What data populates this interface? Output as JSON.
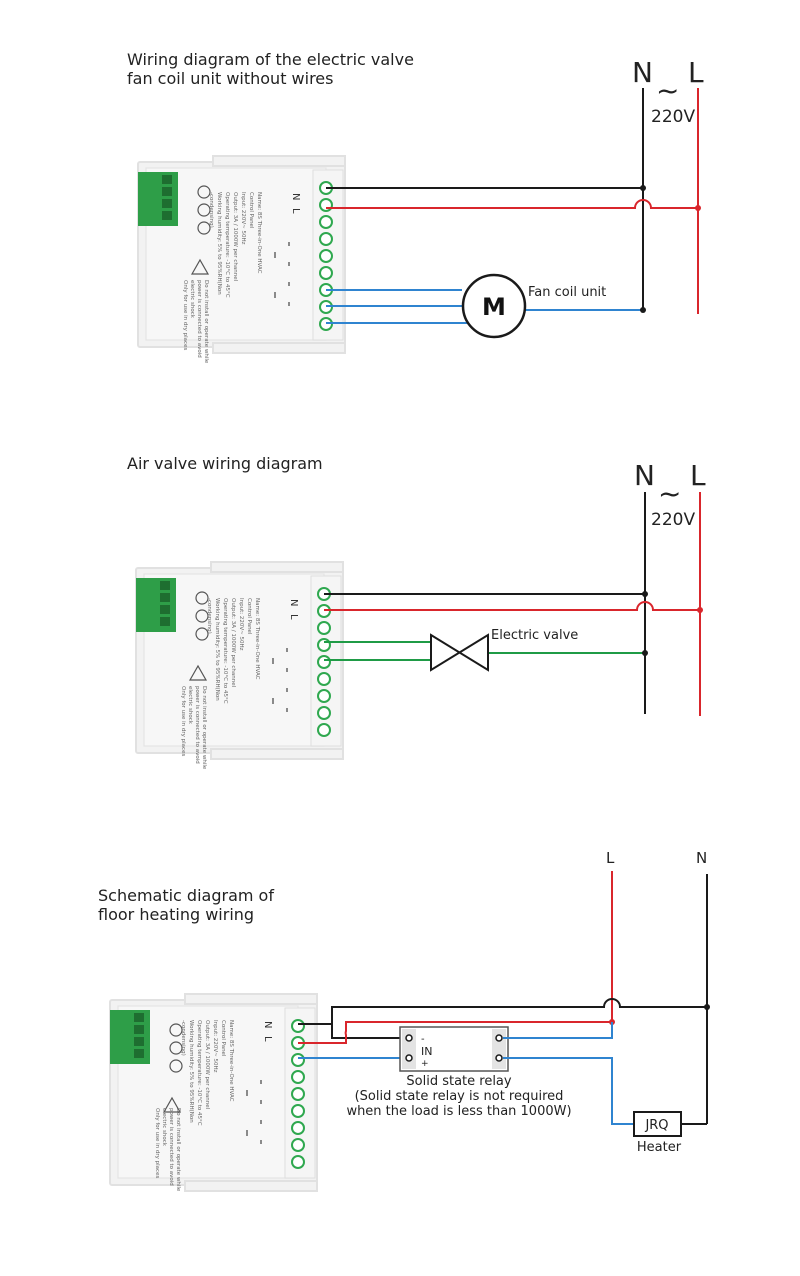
{
  "panel1": {
    "title_line1": "Wiring diagram of the electric valve",
    "title_line2": "fan coil unit without wires",
    "neutral": "N",
    "live": "L",
    "tilde": "~",
    "voltage": "220V",
    "motor_letter": "M",
    "motor_label": "Fan coil unit"
  },
  "panel2": {
    "title": "Air valve wiring diagram",
    "neutral": "N",
    "live": "L",
    "tilde": "~",
    "voltage": "220V",
    "valve_label": "Electric valve"
  },
  "panel3": {
    "title_line1": "Schematic diagram of",
    "title_line2": "floor heating wiring",
    "live": "L",
    "neutral": "N",
    "relay_in": "IN",
    "relay_minus": "-",
    "relay_plus": "+",
    "relay_label_1": "Solid state relay",
    "relay_label_2": "(Solid state relay is not required",
    "relay_label_3": "when the load is less than 1000W)",
    "heater_code": "JRQ",
    "heater_label": "Heater"
  },
  "device": {
    "pin_n": "N",
    "pin_l": "L",
    "spec_lines": [
      "Name: 8S Three-in-One HVAC",
      "Control Panel",
      "Input: 220V~ 50Hz",
      "Output: 3A / 1000W per channel",
      "Operating temperature: -10°C to 45°C",
      "Working humidity: 5% to 95%RH(Non",
      "-condensing)"
    ],
    "warn_lines": [
      "Do not install or operate while",
      "power is connected to avoid",
      "electric shock",
      "Only for use in dry places"
    ]
  },
  "colors": {
    "live_wire": "#d9262c",
    "neutral_wire": "#1a1a1a",
    "signal_blue": "#2f84d0",
    "signal_green": "#1f9b46",
    "terminal_green": "#2fa84f",
    "connector_green": "#2e9e48"
  }
}
